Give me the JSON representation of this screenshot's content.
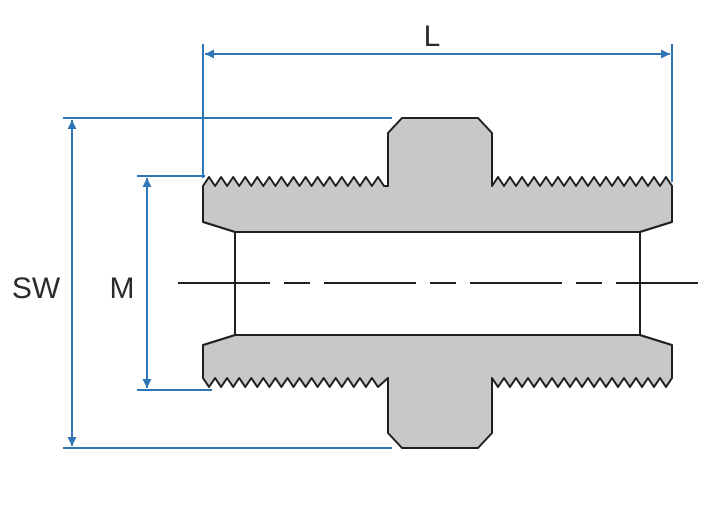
{
  "diagram": {
    "labels": {
      "length": "L",
      "wrench_size": "SW",
      "thread_size": "M"
    },
    "colors": {
      "dimension": "#2f76b6",
      "body_fill": "#c8c8c8",
      "outline": "#1f1f1f",
      "bore_fill": "#ffffff",
      "text": "#2b2b2b"
    }
  }
}
